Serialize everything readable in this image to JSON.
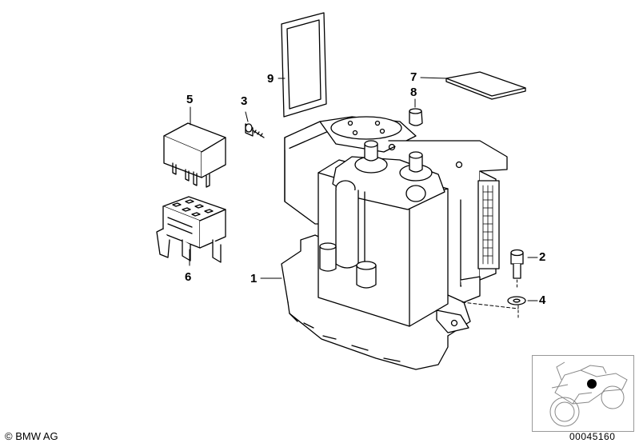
{
  "callouts": {
    "p1": "1",
    "p2": "2",
    "p3": "3",
    "p4": "4",
    "p5": "5",
    "p6": "6",
    "p7": "7",
    "p8": "8",
    "p9": "9"
  },
  "footer": {
    "copyright": "© BMW AG",
    "diagram_id": "00045160"
  },
  "colors": {
    "line": "#000000",
    "fill": "#ffffff",
    "shade": "#d9d9d9",
    "marker": "#000000"
  }
}
